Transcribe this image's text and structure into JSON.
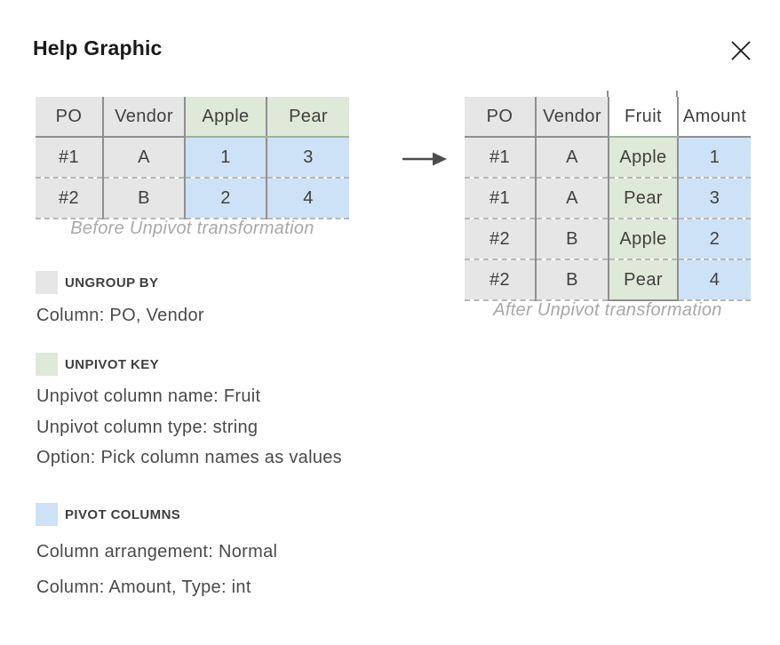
{
  "dialog": {
    "title": "Help Graphic"
  },
  "icons": {
    "close": "close-icon",
    "arrow": "transform-arrow-icon"
  },
  "colors": {
    "ungroup_gray": "#e6e6e6",
    "unpivot_green": "#dfe9d8",
    "pivot_blue": "#cde2f6",
    "divider": "#8f8f8f",
    "caption_gray": "#a9a9a9"
  },
  "tables": {
    "before": {
      "caption": "Before Unpivot transformation",
      "headers": [
        "PO",
        "Vendor",
        "Apple",
        "Pear"
      ],
      "rows": [
        [
          "#1",
          "A",
          "1",
          "3"
        ],
        [
          "#2",
          "B",
          "2",
          "4"
        ]
      ]
    },
    "after": {
      "caption": "After Unpivot transformation",
      "headers": [
        "PO",
        "Vendor",
        "Fruit",
        "Amount"
      ],
      "rows": [
        [
          "#1",
          "A",
          "Apple",
          "1"
        ],
        [
          "#1",
          "A",
          "Pear",
          "3"
        ],
        [
          "#2",
          "B",
          "Apple",
          "2"
        ],
        [
          "#2",
          "B",
          "Pear",
          "4"
        ]
      ]
    }
  },
  "legend": {
    "sections": [
      {
        "heading": "UNGROUP BY",
        "swatch_color": "#e6e6e6",
        "lines": [
          "Column: PO, Vendor"
        ]
      },
      {
        "heading": "UNPIVOT KEY",
        "swatch_color": "#dfe9d8",
        "lines": [
          "Unpivot column name: Fruit",
          "Unpivot column type: string",
          "Option: Pick column names as values"
        ]
      },
      {
        "heading": "PIVOT COLUMNS",
        "swatch_color": "#cde2f6",
        "lines": [
          "Column arrangement: Normal",
          "Column: Amount, Type: int"
        ]
      }
    ]
  }
}
